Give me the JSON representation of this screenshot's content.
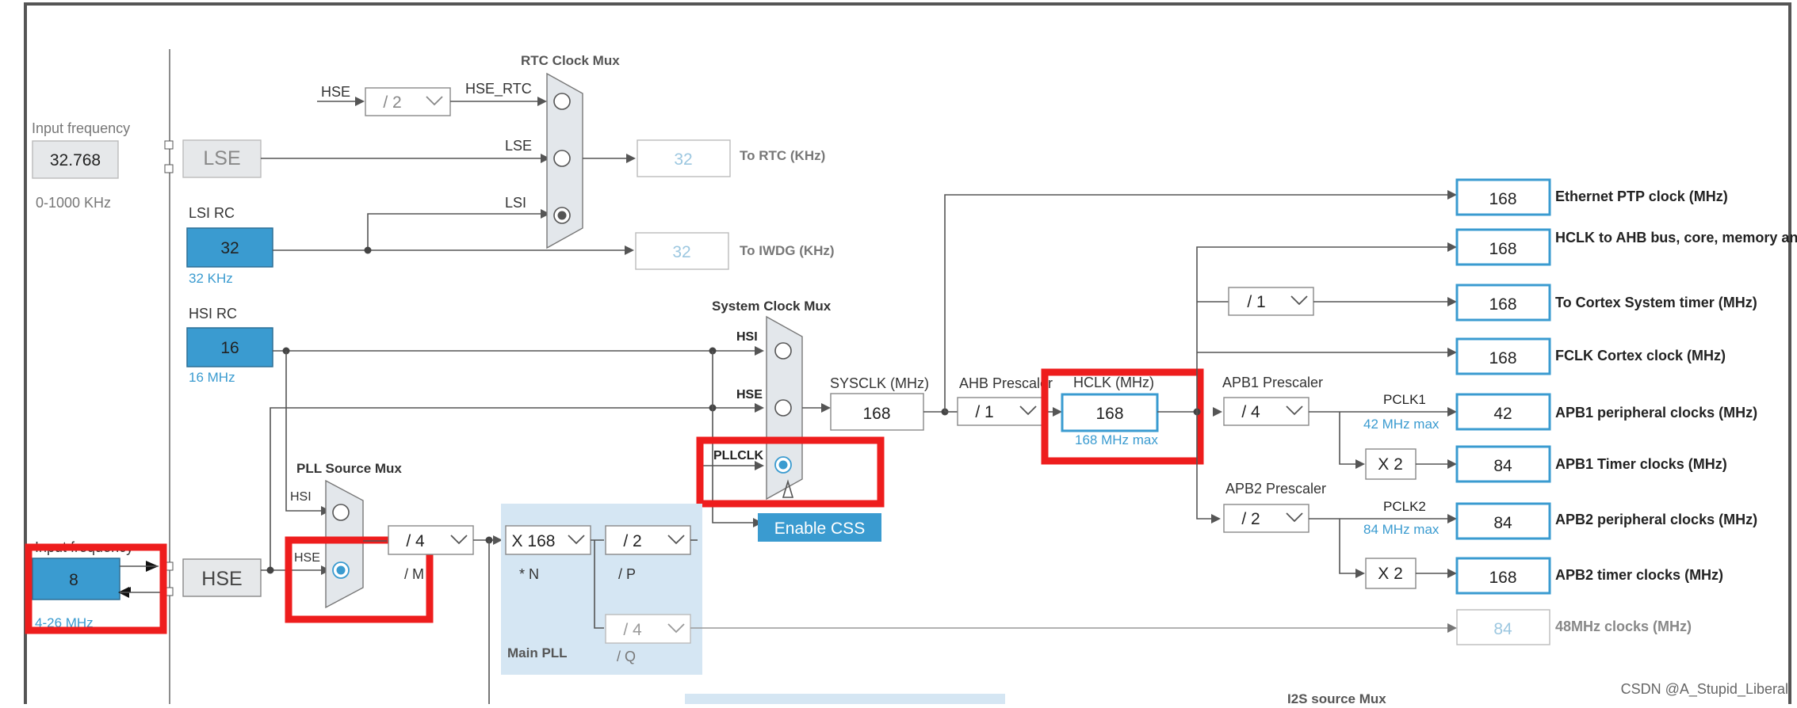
{
  "input_freq_lse": {
    "label": "Input frequency",
    "value": "32.768",
    "range": "0-1000 KHz",
    "name": "LSE"
  },
  "lsi": {
    "label": "LSI RC",
    "value": "32",
    "unit": "32 KHz"
  },
  "hsi": {
    "label": "HSI RC",
    "value": "16",
    "unit": "16 MHz"
  },
  "input_freq_hse": {
    "label": "Input frequency",
    "value": "8",
    "range": "4-26 MHz",
    "name": "HSE"
  },
  "rtc_mux": {
    "title": "RTC Clock Mux",
    "hse": "HSE",
    "div": "/ 2",
    "hse_rtc": "HSE_RTC",
    "lse": "LSE",
    "lsi": "LSI"
  },
  "rtc_out": {
    "value": "32",
    "label": "To RTC (KHz)"
  },
  "iwdg_out": {
    "value": "32",
    "label": "To IWDG (KHz)"
  },
  "sys_mux": {
    "title": "System Clock Mux",
    "hsi": "HSI",
    "hse": "HSE",
    "pllclk": "PLLCLK"
  },
  "enable_css": "Enable CSS",
  "pll_src_mux": {
    "title": "PLL Source Mux",
    "hsi": "HSI",
    "hse": "HSE"
  },
  "pll": {
    "m": "/ 4",
    "m_label": "/ M",
    "n": "X 168",
    "n_label": "* N",
    "p": "/ 2",
    "p_label": "/ P",
    "q": "/ 4",
    "q_label": "/ Q",
    "title": "Main PLL"
  },
  "sysclk": {
    "label": "SYSCLK (MHz)",
    "value": "168"
  },
  "ahb": {
    "label": "AHB Prescaler",
    "value": "/ 1"
  },
  "hclk": {
    "label": "HCLK (MHz)",
    "value": "168",
    "max": "168 MHz max"
  },
  "apb1": {
    "label": "APB1 Prescaler",
    "value": "/ 4",
    "pclk": "PCLK1",
    "max": "42 MHz max",
    "x2": "X 2"
  },
  "apb2": {
    "label": "APB2 Prescaler",
    "value": "/ 2",
    "pclk": "PCLK2",
    "max": "84 MHz max",
    "x2": "X 2"
  },
  "cortex_div": "/ 1",
  "outputs": [
    {
      "value": "168",
      "label": "Ethernet PTP clock (MHz)"
    },
    {
      "value": "168",
      "label": "HCLK to AHB bus, core, memory and DMA (MHz)"
    },
    {
      "value": "168",
      "label": "To Cortex System timer (MHz)"
    },
    {
      "value": "168",
      "label": "FCLK Cortex clock (MHz)"
    },
    {
      "value": "42",
      "label": "APB1 peripheral clocks (MHz)"
    },
    {
      "value": "84",
      "label": "APB1 Timer clocks (MHz)"
    },
    {
      "value": "84",
      "label": "APB2 peripheral clocks (MHz)"
    },
    {
      "value": "168",
      "label": "APB2 timer clocks (MHz)"
    },
    {
      "value": "84",
      "label": "48MHz clocks (MHz)"
    }
  ],
  "i2s": "I2S source Mux",
  "watermark": "CSDN @A_Stupid_Liberal"
}
